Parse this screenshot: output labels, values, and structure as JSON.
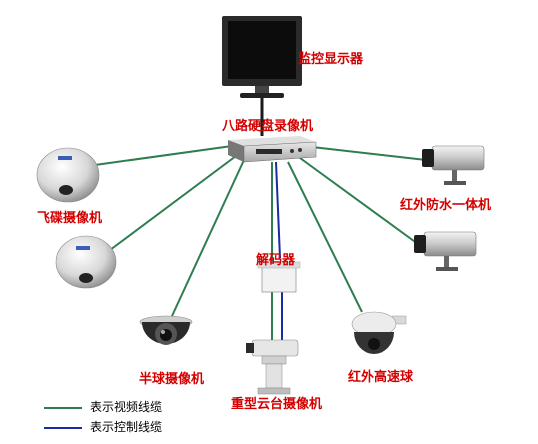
{
  "nodes": {
    "monitor": "监控显示器",
    "dvr": "八路硬盘录像机",
    "ufo_camera": "飞碟摄像机",
    "ir_bullet": "红外防水一体机",
    "decoder": "解码器",
    "dome_camera": "半球摄像机",
    "ptz_camera": "重型云台摄像机",
    "ir_speed_dome": "红外高速球"
  },
  "legend": {
    "video_cable": "表示视频线缆",
    "control_cable": "表示控制线缆"
  },
  "colors": {
    "video_cable": "#2e7d4f",
    "control_cable": "#1a2aa0",
    "label_text": "#d40000"
  }
}
